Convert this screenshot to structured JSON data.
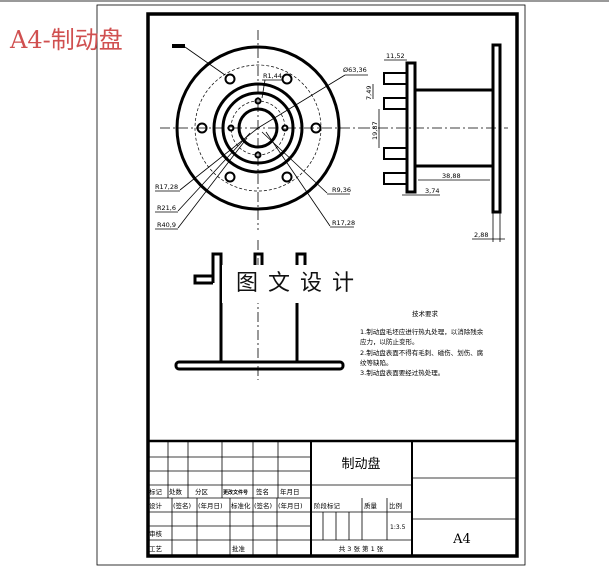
{
  "overlay_label": "A4-制动盘",
  "watermark": "图文设计",
  "front_view": {
    "dims": [
      "Ø63,36",
      "R1,44",
      "R17,28",
      "R21,6",
      "R40,9",
      "R9,36",
      "R17,28"
    ]
  },
  "side_view": {
    "dims": [
      "11,52",
      "7,49",
      "19,87",
      "38,88",
      "3,74",
      "2,88"
    ]
  },
  "tech_requirements": {
    "title": "技术要求",
    "lines": [
      "1.制动盘毛坯应进行热丸处理，以消除残余",
      "应力，以防止变形。",
      "2.制动盘表面不得有毛刺、磁伤、划伤、腐",
      "纹等缺陷。",
      "3.制动盘表面要经过热处理。"
    ]
  },
  "title_block": {
    "part_name": "制动盘",
    "row_labels": [
      "标记",
      "处数",
      "分区",
      "更改文件号",
      "签名",
      "年月日"
    ],
    "design_row": [
      "设计",
      "(签名)",
      "(年月日)",
      "标准化",
      "(签名)",
      "(年月日)"
    ],
    "review": "审核",
    "process": "工艺",
    "approve": "批准",
    "stage_mark": "阶段标记",
    "weight": "质量",
    "scale_label": "比例",
    "scale": "1:3.5",
    "sheets": "共 3 张  第 1 张",
    "format": "A4"
  }
}
